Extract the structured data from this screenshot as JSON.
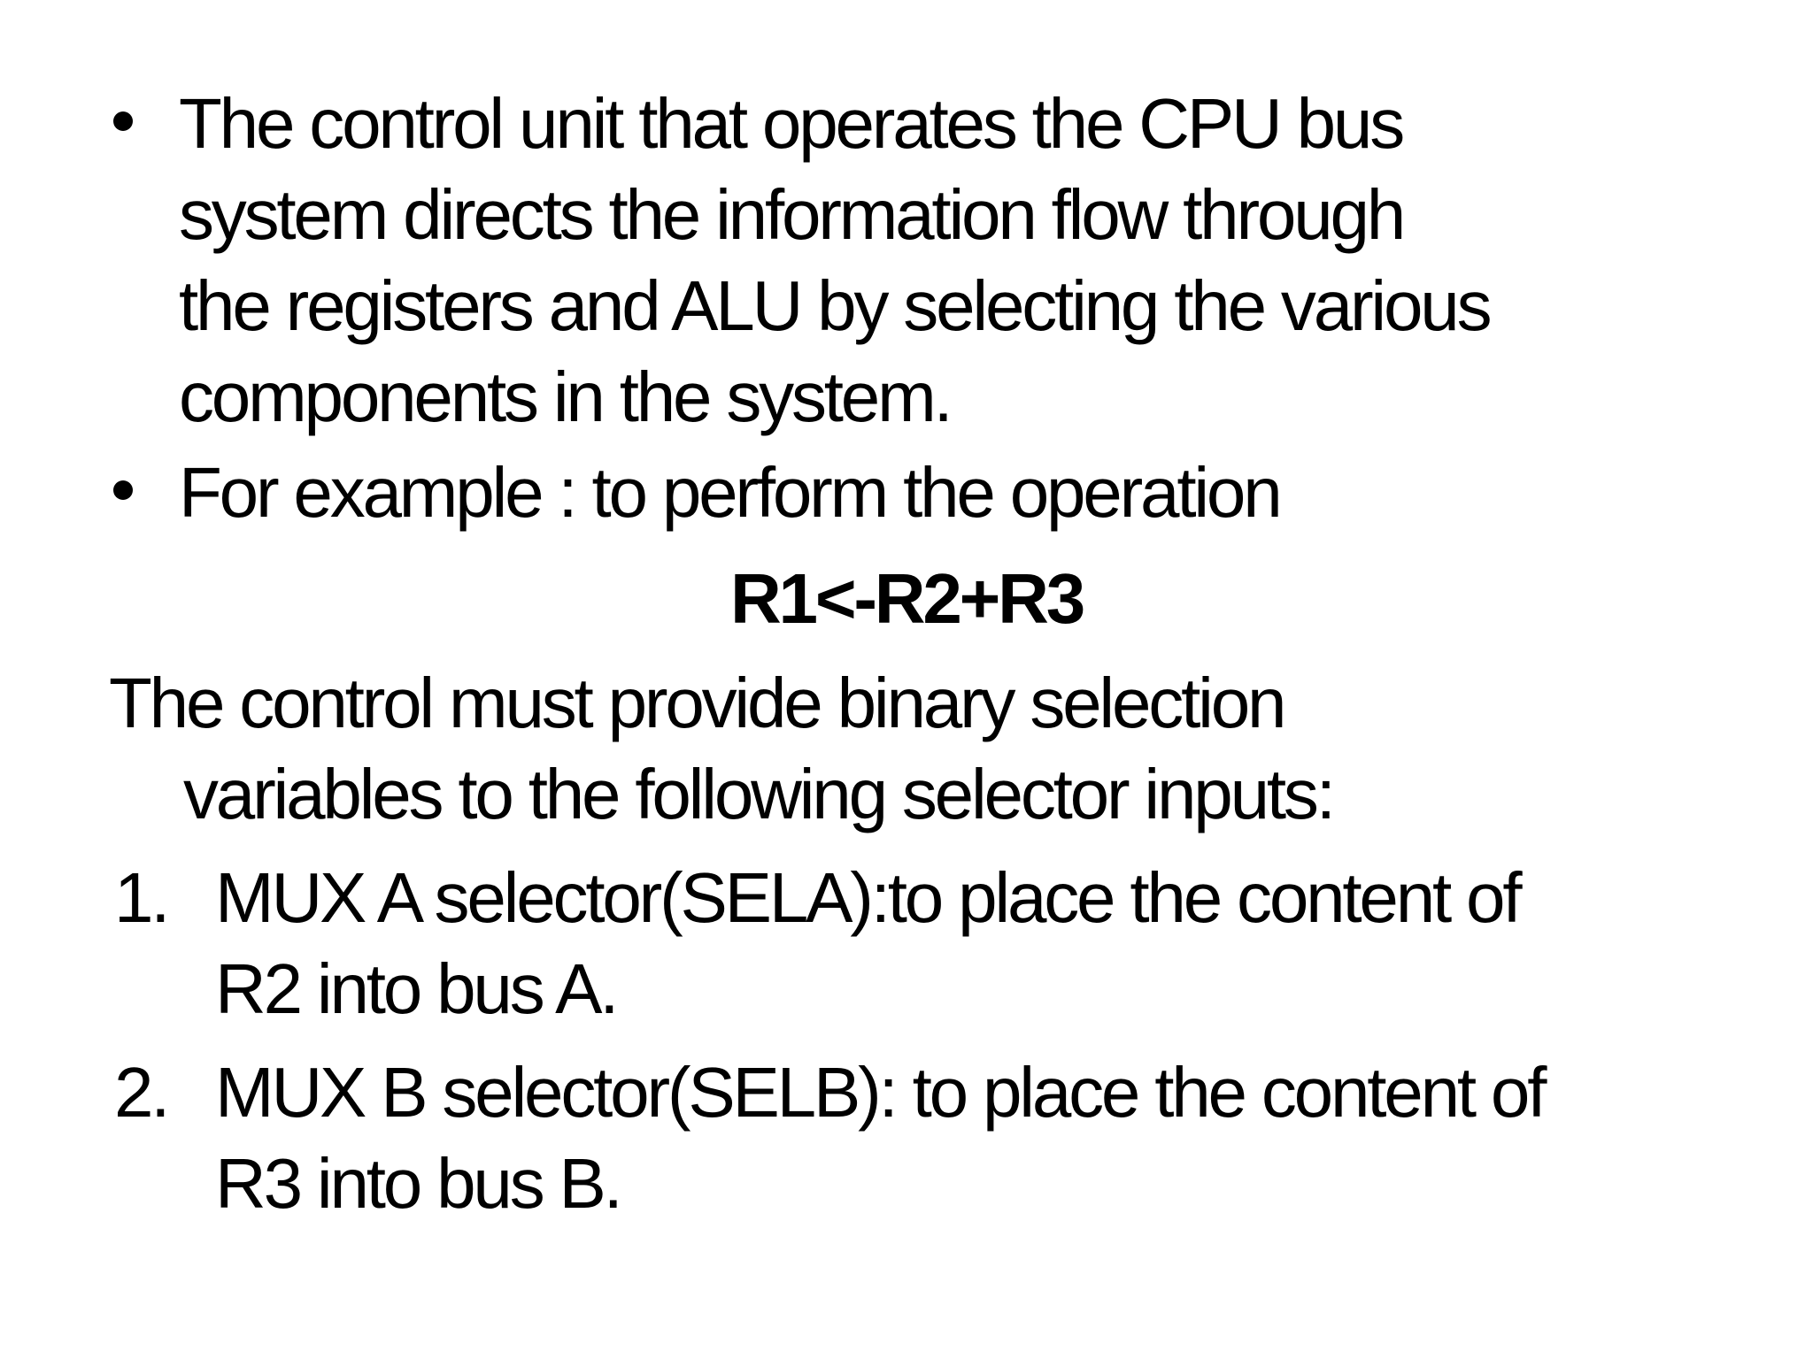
{
  "slide": {
    "background_color": "#ffffff",
    "text_color": "#000000",
    "bullets": [
      {
        "lines": [
          "The control unit that operates the CPU bus",
          "system directs the information flow through",
          "the registers and ALU by selecting the various",
          "components in the system."
        ]
      },
      {
        "lines": [
          "For example : to perform the operation"
        ]
      }
    ],
    "equation": "R1<-R2+R3",
    "paragraph": {
      "lines": [
        "The control must provide binary selection",
        "variables to the following selector inputs:"
      ]
    },
    "numbered_items": [
      {
        "number": "1.",
        "lines": [
          "MUX A selector(SELA):to place the content of",
          "R2 into bus A."
        ]
      },
      {
        "number": "2.",
        "lines": [
          "MUX B selector(SELB): to place the content of",
          "R3 into bus B."
        ]
      }
    ]
  }
}
